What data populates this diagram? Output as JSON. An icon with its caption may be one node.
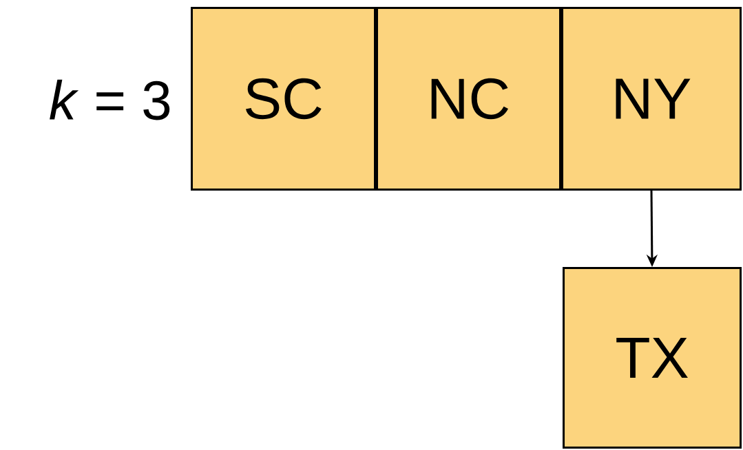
{
  "diagram": {
    "nodes": [
      {
        "text": [
          "SC"
        ]
      },
      {
        "text": [
          "NC"
        ]
      },
      {
        "text": [
          "NY"
        ]
      },
      {
        "text": [
          "TX"
        ]
      }
    ],
    "edges": [
      {
        "from": 2,
        "to": 3,
        "arrow": "to"
      }
    ],
    "labels": [
      "*k* = 3"
    ]
  }
}
